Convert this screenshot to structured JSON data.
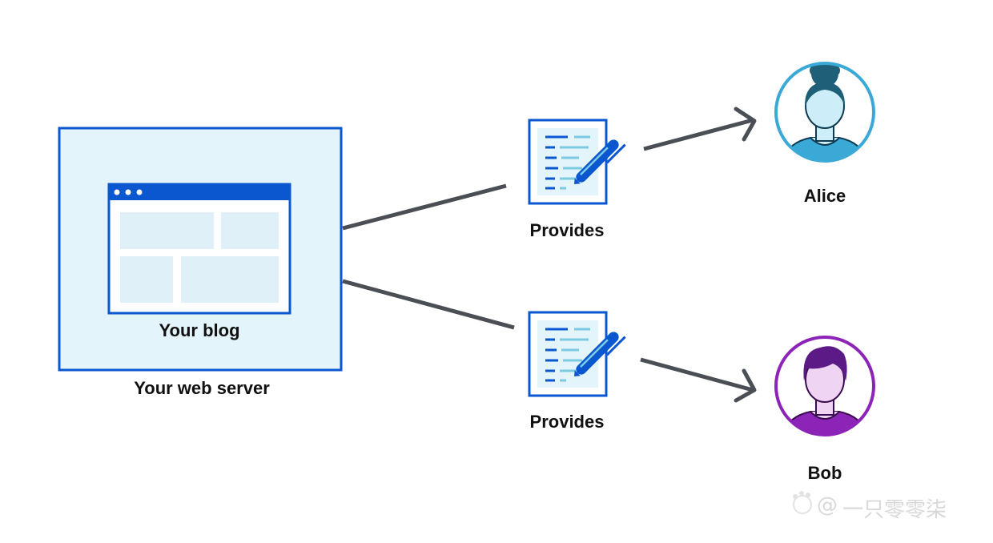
{
  "diagram": {
    "server": {
      "label": "Your web server"
    },
    "blog": {
      "label": "Your blog"
    },
    "documents": [
      {
        "label": "Provides"
      },
      {
        "label": "Provides"
      }
    ],
    "users": [
      {
        "name": "Alice"
      },
      {
        "name": "Bob"
      }
    ]
  },
  "watermark": {
    "text": "一只零零柒",
    "logo": "du"
  },
  "colors": {
    "blue": "#0b57d0",
    "light_blue_fill": "#e3f4fa",
    "panel_fill": "#dff0f8",
    "connector": "#4a4f55",
    "alice_ring": "#3aa9d6",
    "bob_ring": "#8d24b8"
  }
}
